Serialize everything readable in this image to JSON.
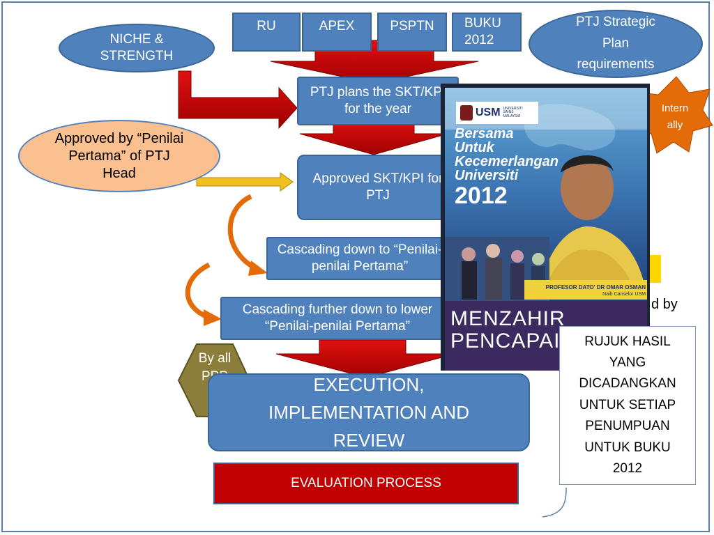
{
  "top_sources": [
    "RU",
    "APEX",
    "PSPTN",
    "BUKU 2012"
  ],
  "niche": "NICHE & STRENGTH",
  "ptj_strategic": "PTJ Strategic Plan requirements",
  "internally": "Intern ally",
  "approved_by": "Approved by “Penilai Pertama” of PTJ Head",
  "step_plans": "PTJ plans the SKT/KPI for the year",
  "step_approved": "Approved SKT/KPI for PTJ",
  "step_cascading": "Cascading down to “Penilai-penilai Pertama”",
  "step_cascading_further": "Cascading further down to lower “Penilai-penilai Pertama”",
  "side_text": "d by",
  "by_all_ppp": "By all PPP",
  "execution": "EXECUTION, IMPLEMENTATION AND REVIEW",
  "evaluation": "EVALUATION PROCESS",
  "note": "RUJUK HASIL YANG DICADANGKAN UNTUK SETIAP PENUMPUAN UNTUK BUKU 2012",
  "book": {
    "logo": "USM",
    "logo_sub": "UNIVERSITI SAINS MALAYSIA",
    "title_lines": [
      "Bersama",
      "Untuk",
      "Kecemerlangan",
      "Universiti"
    ],
    "year": "2012",
    "person": "PROFESOR DATO' DR OMAR OSMAN",
    "person_title": "Naib Canselor USM",
    "slogan_1": "MENZAHIR",
    "slogan_2": "PENCAPAIAN"
  },
  "colors": {
    "box_blue": "#4f81bd",
    "arrow_red": "#c00000",
    "approved_fill": "#fac090",
    "hexagon_fill": "#8b7d3a",
    "star_fill": "#e36c09",
    "evaluation_fill": "#c00000",
    "yellow_arrow": "#f0c020",
    "curved_arrow": "#e36c09"
  }
}
